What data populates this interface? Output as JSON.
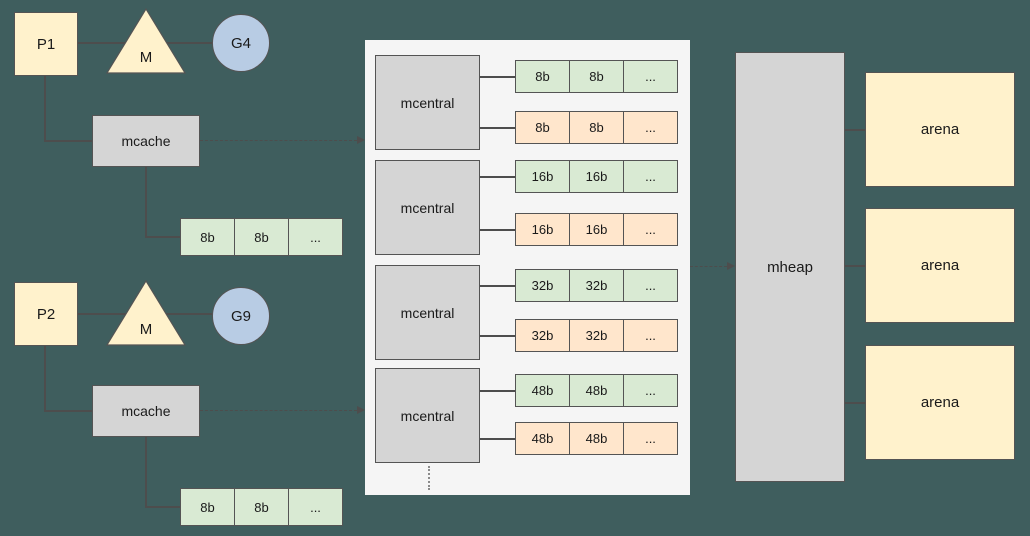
{
  "groups": [
    {
      "processor": "P1",
      "machine": "M",
      "goroutine": "G4",
      "mcache": "mcache",
      "span_cells": [
        "8b",
        "8b",
        "..."
      ]
    },
    {
      "processor": "P2",
      "machine": "M",
      "goroutine": "G9",
      "mcache": "mcache",
      "span_cells": [
        "8b",
        "8b",
        "..."
      ]
    }
  ],
  "mcentrals": [
    {
      "label": "mcentral",
      "rows": [
        {
          "style": "green",
          "cells": [
            "8b",
            "8b",
            "..."
          ]
        },
        {
          "style": "orange",
          "cells": [
            "8b",
            "8b",
            "..."
          ]
        }
      ]
    },
    {
      "label": "mcentral",
      "rows": [
        {
          "style": "green",
          "cells": [
            "16b",
            "16b",
            "..."
          ]
        },
        {
          "style": "orange",
          "cells": [
            "16b",
            "16b",
            "..."
          ]
        }
      ]
    },
    {
      "label": "mcentral",
      "rows": [
        {
          "style": "green",
          "cells": [
            "32b",
            "32b",
            "..."
          ]
        },
        {
          "style": "orange",
          "cells": [
            "32b",
            "32b",
            "..."
          ]
        }
      ]
    },
    {
      "label": "mcentral",
      "rows": [
        {
          "style": "green",
          "cells": [
            "48b",
            "48b",
            "..."
          ]
        },
        {
          "style": "orange",
          "cells": [
            "48b",
            "48b",
            "..."
          ]
        }
      ]
    }
  ],
  "mheap": {
    "label": "mheap"
  },
  "arenas": [
    {
      "label": "arena"
    },
    {
      "label": "arena"
    },
    {
      "label": "arena"
    }
  ],
  "colors": {
    "background": "#3F5E5E",
    "yellow": "#FFF2CC",
    "green": "#D9EAD3",
    "orange": "#FFE6CC",
    "gray": "#D5D5D5",
    "blue": "#B8CCE4",
    "panel": "#F5F5F5",
    "line": "#4d4d4d"
  }
}
